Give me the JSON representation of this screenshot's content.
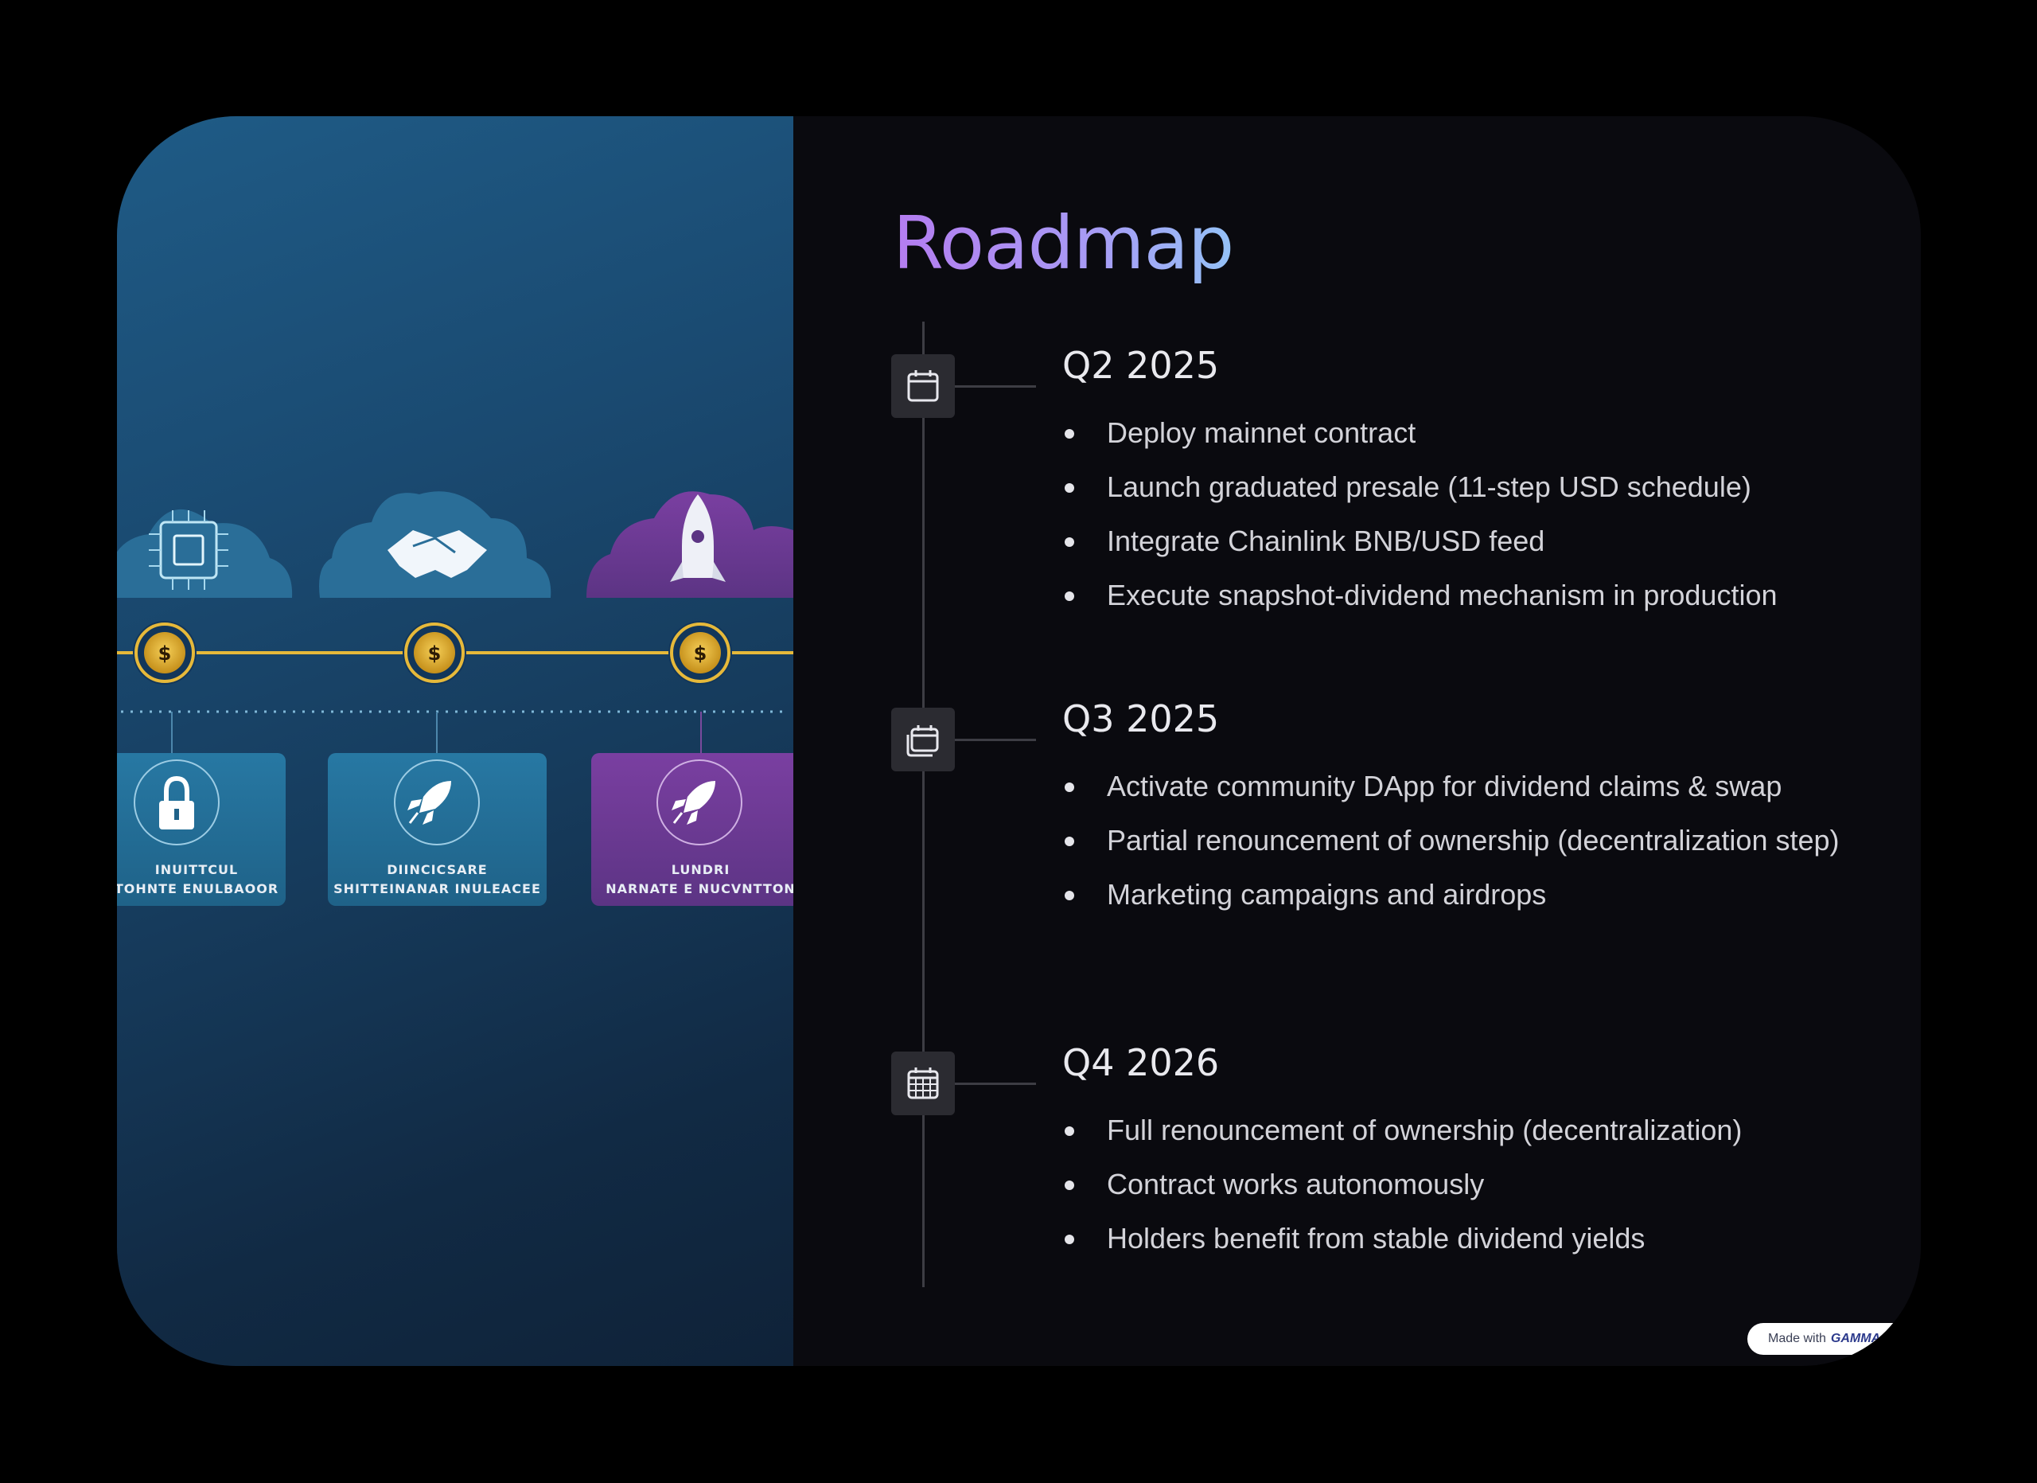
{
  "title": "Roadmap",
  "illustration": {
    "cards": [
      {
        "line1": "INUITTCUL",
        "line2": "TOHNTE ENULBAOOR"
      },
      {
        "line1": "DIINCICSARE",
        "line2": "SHITTEINANAR INULEACEE"
      },
      {
        "line1": "LUNDRI",
        "line2": "NARNATE E NUCVNTTON"
      }
    ]
  },
  "phases": [
    {
      "icon": "calendar-icon",
      "heading": "Q2 2025",
      "items": [
        "Deploy mainnet contract",
        "Launch graduated presale (11-step USD schedule)",
        "Integrate Chainlink BNB/USD feed",
        "Execute snapshot-dividend mechanism in production"
      ]
    },
    {
      "icon": "calendar-stack-icon",
      "heading": "Q3 2025",
      "items": [
        "Activate community DApp for dividend claims & swap",
        "Partial renouncement of ownership (decentralization step)",
        "Marketing campaigns and airdrops"
      ]
    },
    {
      "icon": "calendar-grid-icon",
      "heading": "Q4 2026",
      "items": [
        "Full renouncement of ownership (decentralization)",
        "Contract works autonomously",
        "Holders benefit from stable dividend yields"
      ]
    }
  ],
  "badge": {
    "prefix": "Made with",
    "brand": "GAMMA"
  },
  "colors": {
    "background": "#000000",
    "slide": "#0a0a0f",
    "title_gradient_start": "#b47cf0",
    "title_gradient_end": "#94c2f7",
    "timeline": "#3d3d44",
    "accent_gold": "#e6b93a",
    "accent_purple": "#6b3c94"
  }
}
